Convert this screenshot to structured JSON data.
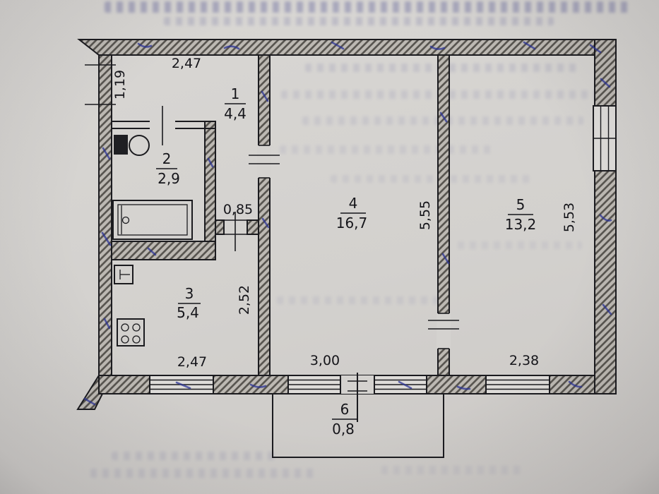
{
  "document": {
    "kind": "scanned apartment floor plan"
  },
  "rooms": [
    {
      "number": "1",
      "area": "4,4"
    },
    {
      "number": "2",
      "area": "2,9"
    },
    {
      "number": "3",
      "area": "5,4"
    },
    {
      "number": "4",
      "area": "16,7"
    },
    {
      "number": "5",
      "area": "13,2"
    },
    {
      "number": "6",
      "area": "0,8"
    }
  ],
  "dimensions": {
    "top_width": "2,47",
    "left_height": "1,19",
    "doorway_width": "0,85",
    "kitchen_depth": "2,52",
    "room4_depth": "5,55",
    "room5_depth": "5,53",
    "bottom_left_width": "2,47",
    "bottom_center_width": "3,00",
    "bottom_right_width": "2,38"
  },
  "colors": {
    "paper": "#d3d1ce",
    "ink": "#15151a",
    "wall_hatch": "#55524d",
    "pen_blue": "#2c3496"
  }
}
